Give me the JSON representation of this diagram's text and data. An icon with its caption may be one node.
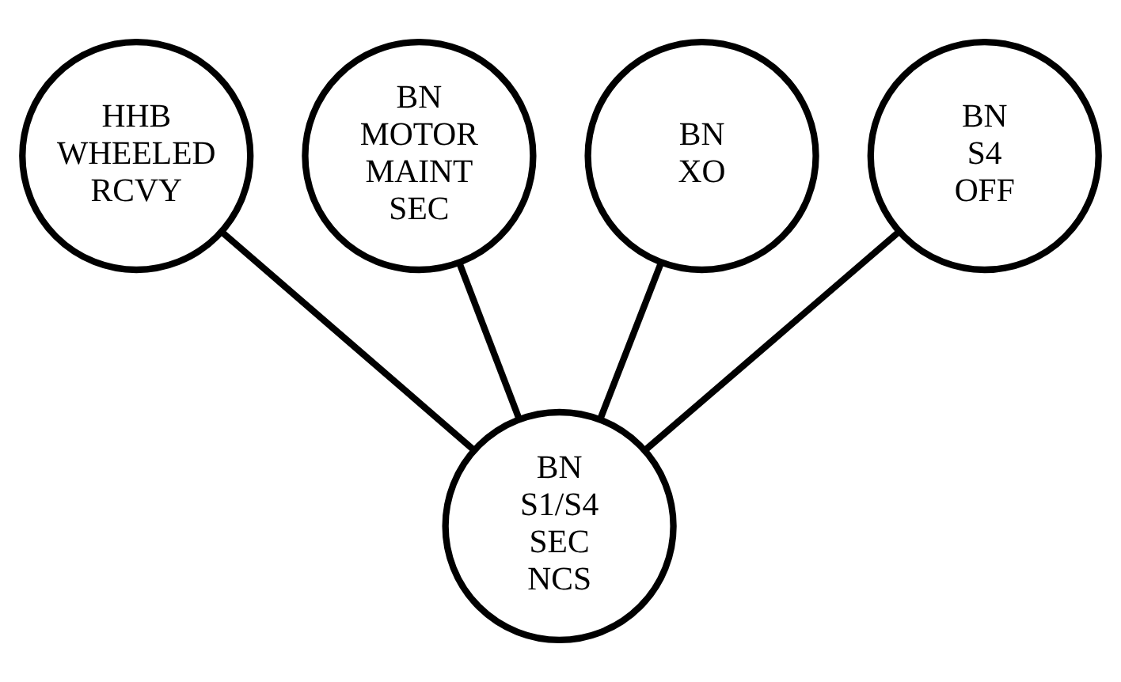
{
  "diagram": {
    "nodes": [
      {
        "text": [
          "HHB WHEELED RCVY"
        ]
      },
      {
        "text": [
          "BN MOTOR MAINT SEC"
        ]
      },
      {
        "text": [
          "BN XO"
        ]
      },
      {
        "text": [
          "BN S4 OFF"
        ]
      },
      {
        "text": [
          "BN S1/S4 SEC NCS"
        ]
      }
    ],
    "edges": [
      {
        "from": 0,
        "to": 4,
        "arrow": "none"
      },
      {
        "from": 1,
        "to": 4,
        "arrow": "none"
      },
      {
        "from": 2,
        "to": 4,
        "arrow": "none"
      },
      {
        "from": 3,
        "to": 4,
        "arrow": "none"
      }
    ]
  }
}
